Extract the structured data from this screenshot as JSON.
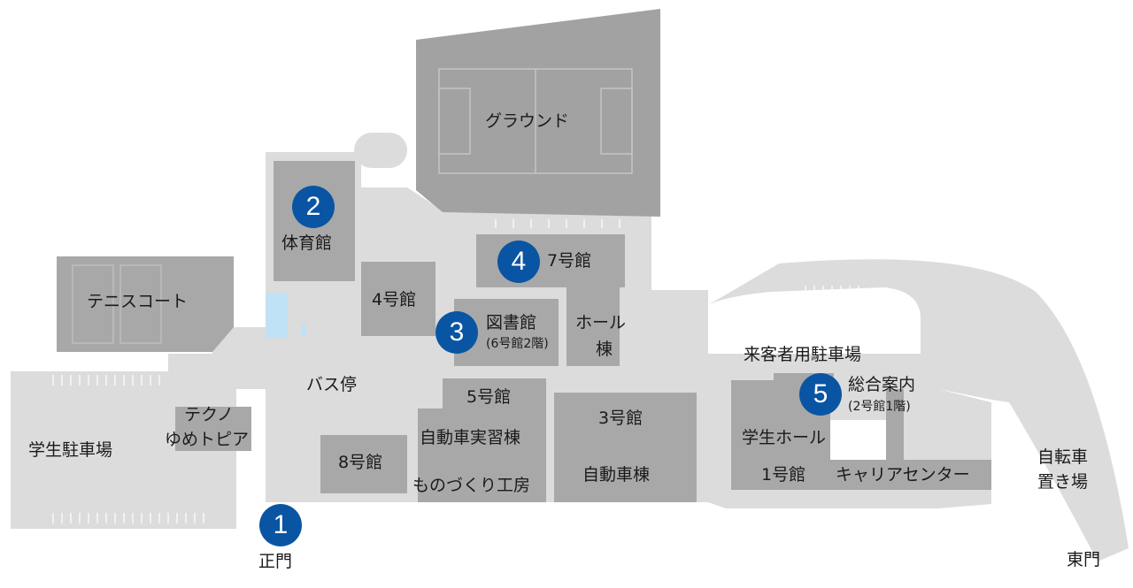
{
  "markers": [
    {
      "number": "1",
      "label": "正門"
    },
    {
      "number": "2",
      "label": "体育館"
    },
    {
      "number": "3",
      "label": "図書館",
      "sub": "(6号館2階)"
    },
    {
      "number": "4",
      "label": "7号館"
    },
    {
      "number": "5",
      "label": "総合案内",
      "sub": "(2号館1階)"
    }
  ],
  "places": {
    "ground": "グラウンド",
    "tennis": "テニスコート",
    "bldg4": "4号館",
    "hall_top": "ホール",
    "hall_bottom": "棟",
    "bus_stop": "バス停",
    "techno_1": "テクノ",
    "techno_2": "ゆめトピア",
    "student_parking": "学生駐車場",
    "bldg8": "8号館",
    "bldg5": "5号館",
    "car_practice": "自動車実習棟",
    "monozukuri": "ものづくり工房",
    "bldg3": "3号館",
    "car_bldg": "自動車棟",
    "guest_parking": "来客者用駐車場",
    "student_hall": "学生ホール",
    "bldg1": "1号館",
    "career": "キャリアセンター",
    "bike_1": "自転車",
    "bike_2": "置き場",
    "east_gate": "東門"
  },
  "colors": {
    "ground_area": "#dcdcdc",
    "building": "#a8a8a8",
    "field": "#a2a2a2",
    "marker": "#0a55a3",
    "water": "#bfe2f7"
  }
}
